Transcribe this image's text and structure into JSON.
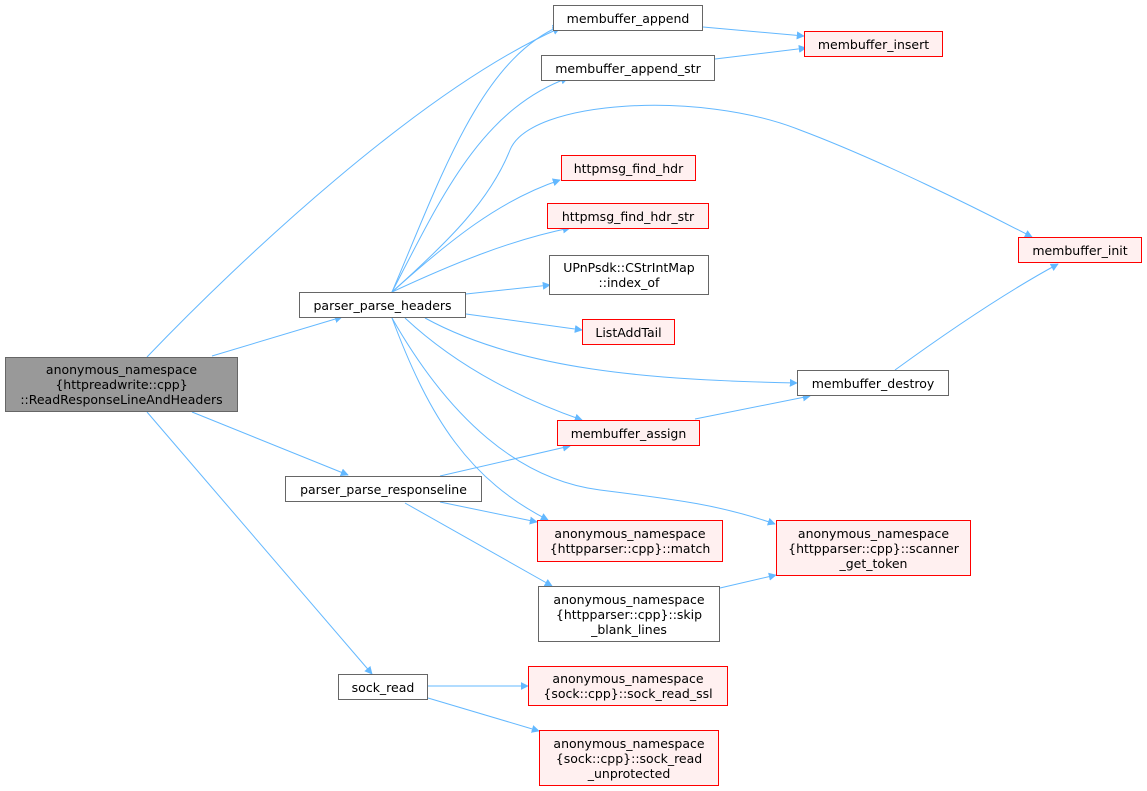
{
  "colors": {
    "edge": "#63b8ff",
    "red_border": "#ff0000",
    "red_fill": "#fff0f0",
    "root_fill": "#999999",
    "node_border": "#666666"
  },
  "nodes": {
    "root": [
      "anonymous_namespace",
      "{httpreadwrite::cpp}",
      "::ReadResponseLineAndHeaders"
    ],
    "parse_headers": [
      "parser_parse_headers"
    ],
    "parse_responseline": [
      "parser_parse_responseline"
    ],
    "sock_read": [
      "sock_read"
    ],
    "membuffer_append": [
      "membuffer_append"
    ],
    "membuffer_append_str": [
      "membuffer_append_str"
    ],
    "membuffer_insert": [
      "membuffer_insert"
    ],
    "httpmsg_find_hdr": [
      "httpmsg_find_hdr"
    ],
    "httpmsg_find_hdr_str": [
      "httpmsg_find_hdr_str"
    ],
    "index_of": [
      "UPnPsdk::CStrIntMap",
      "::index_of"
    ],
    "listaddtail": [
      "ListAddTail"
    ],
    "membuffer_init": [
      "membuffer_init"
    ],
    "membuffer_destroy": [
      "membuffer_destroy"
    ],
    "membuffer_assign": [
      "membuffer_assign"
    ],
    "match": [
      "anonymous_namespace",
      "{httpparser::cpp}::match"
    ],
    "scanner_get_token": [
      "anonymous_namespace",
      "{httpparser::cpp}::scanner",
      "_get_token"
    ],
    "skip_blank_lines": [
      "anonymous_namespace",
      "{httpparser::cpp}::skip",
      "_blank_lines"
    ],
    "sock_read_ssl": [
      "anonymous_namespace",
      "{sock::cpp}::sock_read_ssl"
    ],
    "sock_read_unprotected": [
      "anonymous_namespace",
      "{sock::cpp}::sock_read",
      "_unprotected"
    ]
  }
}
